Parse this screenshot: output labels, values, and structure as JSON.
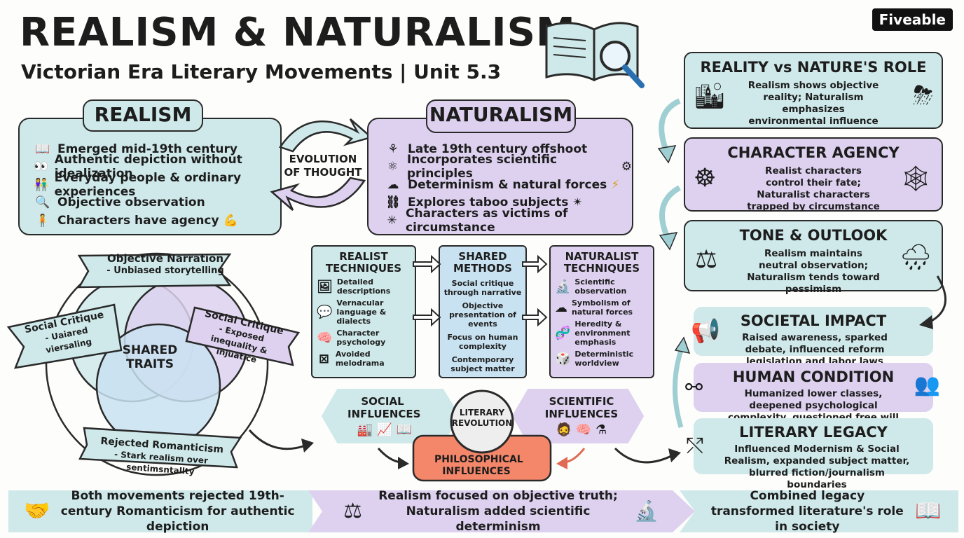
{
  "header": {
    "title": "REALISM & NATURALISM",
    "subtitle": "Victorian Era Literary Movements | Unit 5.3",
    "brand": "Fiveable"
  },
  "realism": {
    "heading": "REALISM",
    "items": [
      {
        "icon": "book-icon",
        "text": "Emerged mid-19th century"
      },
      {
        "icon": "eyes-icon",
        "text": "Authentic depiction without idealization"
      },
      {
        "icon": "people-icon",
        "text": "Everyday people & ordinary experiences"
      },
      {
        "icon": "magnifier-icon",
        "text": "Objective observation"
      },
      {
        "icon": "figure-icon",
        "text": "Characters have agency"
      }
    ]
  },
  "evolution": {
    "line1": "EVOLUTION",
    "line2": "OF THOUGHT"
  },
  "naturalism": {
    "heading": "NATURALISM",
    "items": [
      {
        "icon": "branch-icon",
        "text": "Late 19th century offshoot"
      },
      {
        "icon": "atom-icon",
        "text": "Incorporates scientific principles"
      },
      {
        "icon": "storm-icon",
        "text": "Determinism & natural forces"
      },
      {
        "icon": "chain-icon",
        "text": "Explores taboo subjects"
      },
      {
        "icon": "web-icon",
        "text": "Characters as victims of circumstance"
      }
    ]
  },
  "venn": {
    "center": "SHARED TRAITS",
    "ribbons": [
      {
        "title": "Objective Narration",
        "sub": "- Unbiased storytelling"
      },
      {
        "title": "Social Critique",
        "sub": "- Uaiared viersaling"
      },
      {
        "title": "Social Critique",
        "sub": "- Exposed inequality & injuatice"
      },
      {
        "title": "Rejected Romanticism",
        "sub": "- Stark realism over sentimsntallty"
      }
    ]
  },
  "techniques": {
    "realist": {
      "heading": "REALIST TECHNIQUES",
      "items": [
        {
          "icon": "picture-icon",
          "text": "Detailed descriptions"
        },
        {
          "icon": "speech-icon",
          "text": "Vernacular language & dialects"
        },
        {
          "icon": "head-icon",
          "text": "Character psychology"
        },
        {
          "icon": "crossed-mask-icon",
          "text": "Avoided melodrama"
        }
      ]
    },
    "shared": {
      "heading": "SHARED METHODS",
      "items": [
        "Social critique through narrative",
        "Objective presentation of events",
        "Focus on human complexity",
        "Contemporary subject matter"
      ]
    },
    "naturalist": {
      "heading": "NATURALIST TECHNIQUES",
      "items": [
        {
          "icon": "microscope-icon",
          "text": "Scientific observation"
        },
        {
          "icon": "cloud-icon",
          "text": "Symbolism of natural forces"
        },
        {
          "icon": "dna-icon",
          "text": "Heredity & environment emphasis"
        },
        {
          "icon": "dice-icon",
          "text": "Deterministic worldview"
        }
      ]
    }
  },
  "influences": {
    "social": "SOCIAL INFLUENCES",
    "scientific": "SCIENTIFIC INFLUENCES",
    "center": "LITERARY REVOLUTION",
    "philosophical": "PHILOSOPHICAL INFLUENCES"
  },
  "right_boxes": [
    {
      "title": "REALITY vs NATURE'S ROLE",
      "text": "Realism shows objective reality; Naturalism emphasizes environmental influence",
      "color": "#cfe9ea"
    },
    {
      "title": "CHARACTER AGENCY",
      "text": "Realist characters control their fate; Naturalist characters trapped by circumstance",
      "color": "#ddd1ef"
    },
    {
      "title": "TONE & OUTLOOK",
      "text": "Realism maintains neutral observation; Naturalism tends toward pessimism",
      "color": "#cfe9ea"
    },
    {
      "title": "SOCIETAL IMPACT",
      "text": "Raised awareness, sparked debate, influenced reform legislation and labor laws",
      "color": "#cfe9ea"
    },
    {
      "title": "HUMAN CONDITION",
      "text": "Humanized lower classes, deepened psychological complexity, questioned free will",
      "color": "#ddd1ef"
    },
    {
      "title": "LITERARY LEGACY",
      "text": "Influenced Modernism & Social Realism, expanded subject matter, blurred fiction/journalism boundaries",
      "color": "#cfe9ea"
    }
  ],
  "footer": [
    {
      "text": "Both movements rejected 19th-century Romanticism for authentic depiction",
      "icon": "handshake-icon"
    },
    {
      "text": "Realism focused on objective truth; Naturalism added scientific determinism",
      "icon": "scales-icon"
    },
    {
      "text": "Combined legacy transformed literature's role in society",
      "icon": "open-book-icon"
    }
  ],
  "colors": {
    "teal": "#cfe9ea",
    "lavender": "#ddd1ef",
    "orange": "#f4876a",
    "ink": "#2a2a2a"
  }
}
